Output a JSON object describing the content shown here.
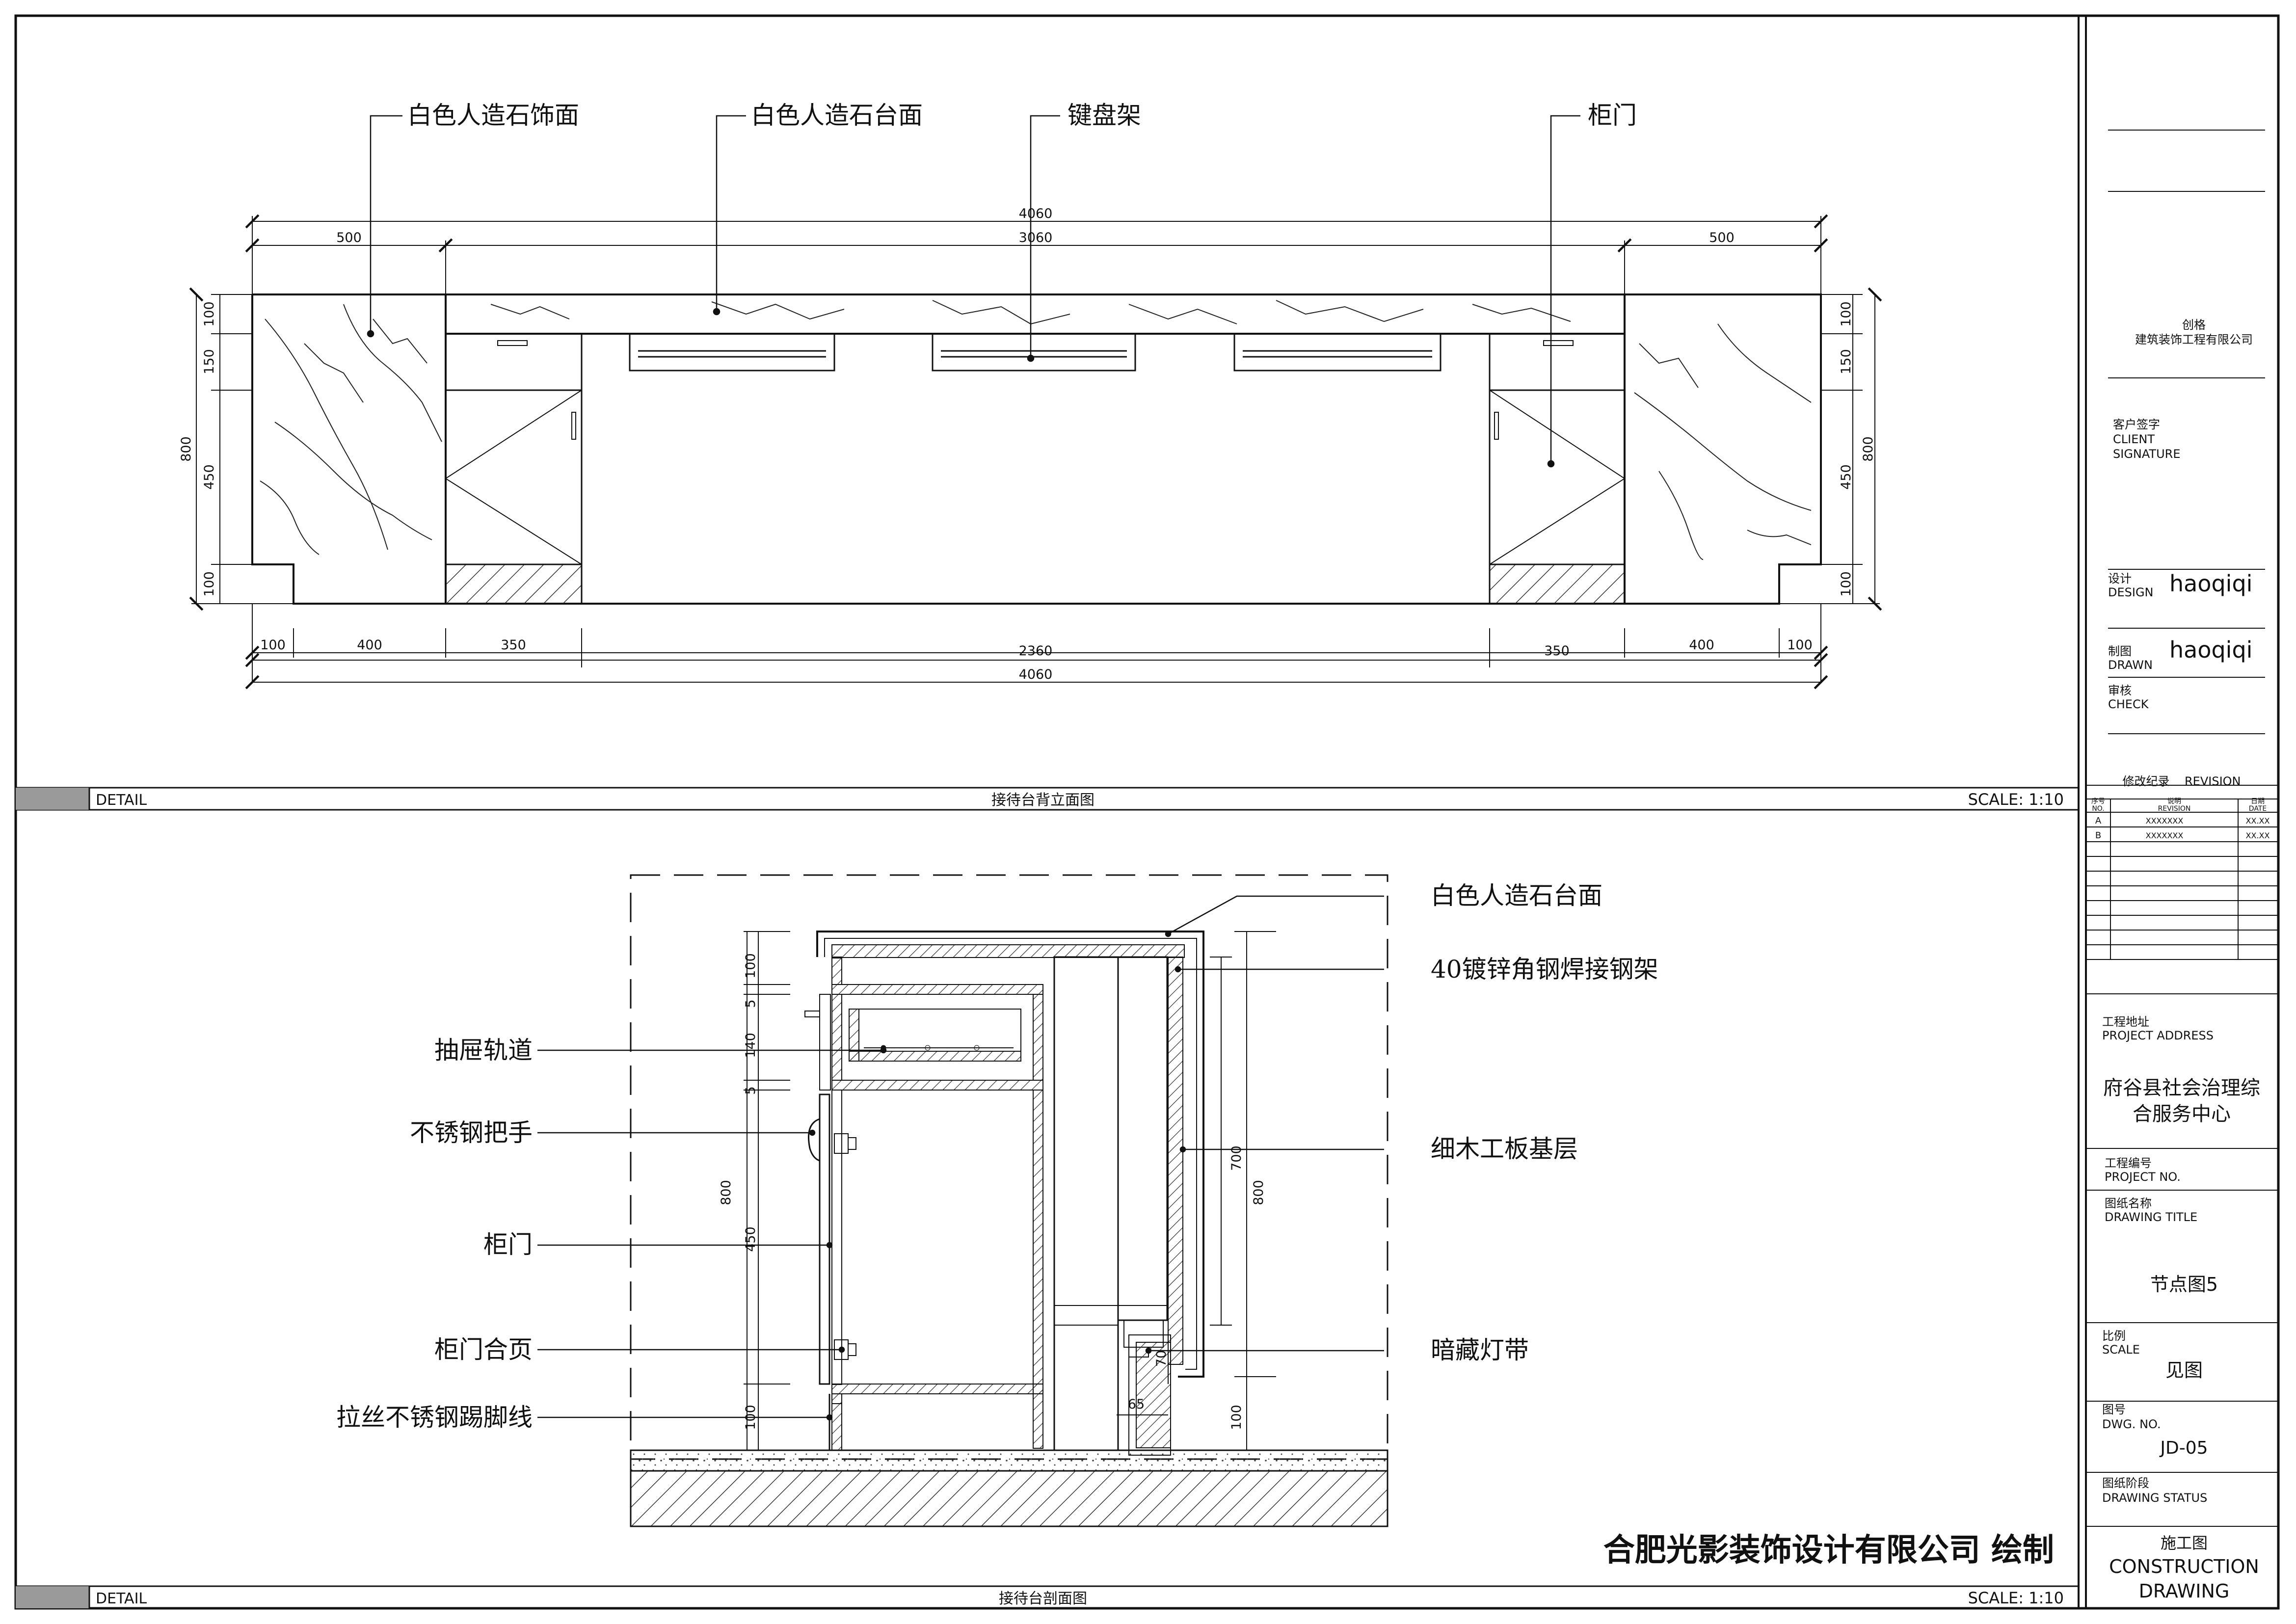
{
  "elevation": {
    "labels": {
      "face": "白色人造石饰面",
      "top": "白色人造石台面",
      "keyboard": "键盘架",
      "door": "柜门"
    },
    "dims": {
      "total_top": "4060",
      "left_top": "500",
      "mid_top": "3060",
      "right_top": "500",
      "b100a": "100",
      "b400a": "400",
      "b350a": "350",
      "b2360": "2360",
      "b350b": "350",
      "b400b": "400",
      "b100b": "100",
      "total_bottom": "4060",
      "v100a": "100",
      "v150": "150",
      "v450": "450",
      "v100b": "100",
      "v800": "800"
    },
    "bar": {
      "left": "DETAIL",
      "title": "接待台背立面图",
      "scale": "SCALE: 1:10"
    }
  },
  "section": {
    "labels_right": {
      "top": "白色人造石台面",
      "steel": "40镀锌角钢焊接钢架",
      "board": "细木工板基层",
      "led": "暗藏灯带"
    },
    "labels_left": {
      "rail": "抽屉轨道",
      "handle": "不锈钢把手",
      "door": "柜门",
      "hinge": "柜门合页",
      "kick": "拉丝不锈钢踢脚线"
    },
    "dims": {
      "d100": "100",
      "d5a": "5",
      "d140": "140",
      "d5b": "5",
      "d450": "450",
      "d100b": "100",
      "d800": "800",
      "d700": "700",
      "d800r": "800",
      "d70": "70",
      "d65": "65",
      "d100r": "100"
    },
    "watermark": "合肥光影装饰设计有限公司 绘制",
    "bar": {
      "left": "DETAIL",
      "title": "接待台剖面图",
      "scale": "SCALE: 1:10"
    }
  },
  "titleblock": {
    "company_1": "创格",
    "company_2": "建筑装饰工程有限公司",
    "client_cn": "客户签字",
    "client_en1": "CLIENT",
    "client_en2": "SIGNATURE",
    "design_cn": "设计",
    "design_en": "DESIGN",
    "design_sig": "haoqiqi",
    "drawn_cn": "制图",
    "drawn_en": "DRAWN",
    "drawn_sig": "haoqiqi",
    "check_cn": "审核",
    "check_en": "CHECK",
    "revision_title": "修改纪录    REVISION",
    "rev_headers": [
      {
        "cn": "序号",
        "en": "NO."
      },
      {
        "cn": "说明",
        "en": "REVISION"
      },
      {
        "cn": "日期",
        "en": "DATE"
      }
    ],
    "rev_rows": [
      {
        "no": "A",
        "desc": "XXXXXXX",
        "date": "XX.XX"
      },
      {
        "no": "B",
        "desc": "XXXXXXX",
        "date": "XX.XX"
      }
    ],
    "address_cn": "工程地址",
    "address_en": "PROJECT ADDRESS",
    "address_1": "府谷县社会治理综",
    "address_2": "合服务中心",
    "projno_cn": "工程编号",
    "projno_en": "PROJECT NO.",
    "title_cn": "图纸名称",
    "title_en": "DRAWING TITLE",
    "title_val": "节点图5",
    "scale_cn": "比例",
    "scale_en": "SCALE",
    "scale_val": "见图",
    "dwg_cn": "图号",
    "dwg_en": "DWG. NO.",
    "dwg_val": "JD-05",
    "status_cn": "图纸阶段",
    "status_en": "DRAWING STATUS",
    "status_1": "施工图",
    "status_2": "CONSTRUCTION",
    "status_3": "DRAWING"
  }
}
